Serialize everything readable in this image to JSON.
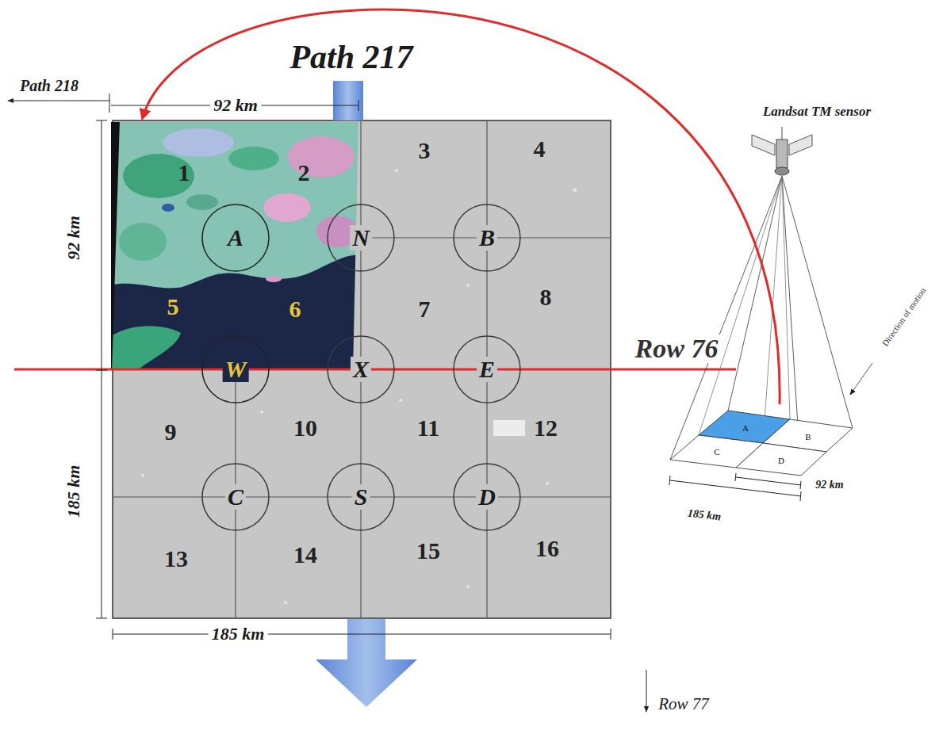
{
  "diagram": {
    "nodes": [
      {
        "text": [
          "1"
        ]
      },
      {
        "text": [
          "2"
        ]
      },
      {
        "text": [
          "3"
        ]
      },
      {
        "text": [
          "4"
        ]
      },
      {
        "text": [
          "A"
        ]
      },
      {
        "text": [
          "N"
        ]
      },
      {
        "text": [
          "B"
        ]
      },
      {
        "text": [
          "5"
        ]
      },
      {
        "text": [
          "6"
        ]
      },
      {
        "text": [
          "7"
        ]
      },
      {
        "text": [
          "8"
        ]
      },
      {
        "text": [
          "W"
        ]
      },
      {
        "text": [
          "X"
        ]
      },
      {
        "text": [
          "E"
        ]
      },
      {
        "text": [
          "9"
        ]
      },
      {
        "text": [
          "10"
        ]
      },
      {
        "text": [
          "11"
        ]
      },
      {
        "text": [
          "12"
        ]
      },
      {
        "text": [
          "C"
        ]
      },
      {
        "text": [
          "S"
        ]
      },
      {
        "text": [
          "D"
        ]
      },
      {
        "text": [
          "13"
        ]
      },
      {
        "text": [
          "14"
        ]
      },
      {
        "text": [
          "15"
        ]
      },
      {
        "text": [
          "16"
        ]
      }
    ],
    "labels": [
      "Path 217",
      "Path 218",
      "92 km",
      "Landsat TM sensor",
      "92 km",
      "Direction of motion",
      "Row 76",
      "A",
      "B",
      "C",
      "D",
      "185 km",
      "92 km",
      "185 km",
      "185 km",
      "Row 77"
    ]
  }
}
